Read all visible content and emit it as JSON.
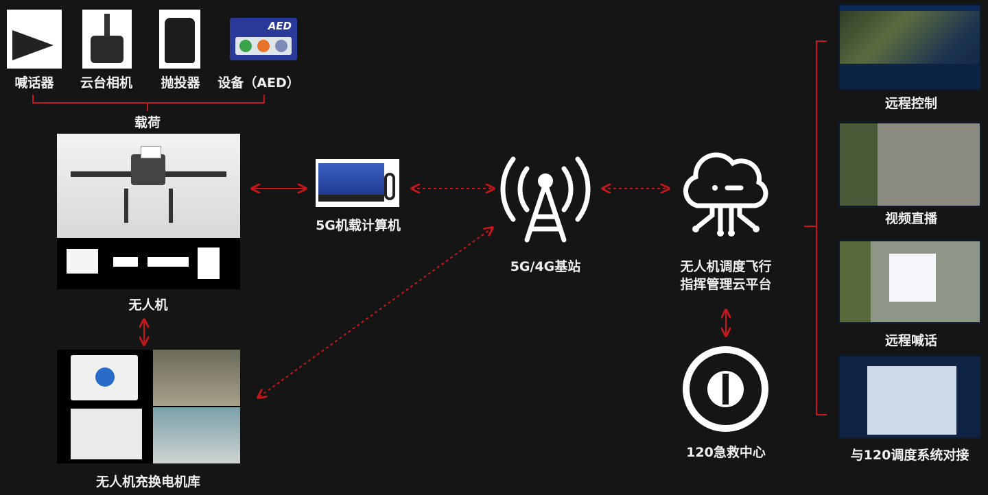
{
  "payload": {
    "items": [
      {
        "label": "喊话器",
        "icon": "megaphone-icon"
      },
      {
        "label": "云台相机",
        "icon": "gimbal-camera-icon"
      },
      {
        "label": "抛投器",
        "icon": "dropper-icon"
      },
      {
        "label": "设备（AED）",
        "icon": "aed-icon"
      }
    ],
    "group_label": "载荷",
    "aed_text": "AED"
  },
  "drone": {
    "label": "无人机"
  },
  "hangar": {
    "label": "无人机充换电机库"
  },
  "computer": {
    "label": "5G机载计算机"
  },
  "tower": {
    "label": "5G/4G基站"
  },
  "cloud": {
    "label_line1": "无人机调度飞行",
    "label_line2": "指挥管理云平台"
  },
  "emergency": {
    "label": "120急救中心"
  },
  "functions": [
    {
      "label": "远程控制"
    },
    {
      "label": "视频直播"
    },
    {
      "label": "远程喊话"
    },
    {
      "label": "与120调度系统对接"
    }
  ],
  "colors": {
    "background": "#151515",
    "arrow": "#c8161d",
    "text": "#f0f0f0"
  }
}
